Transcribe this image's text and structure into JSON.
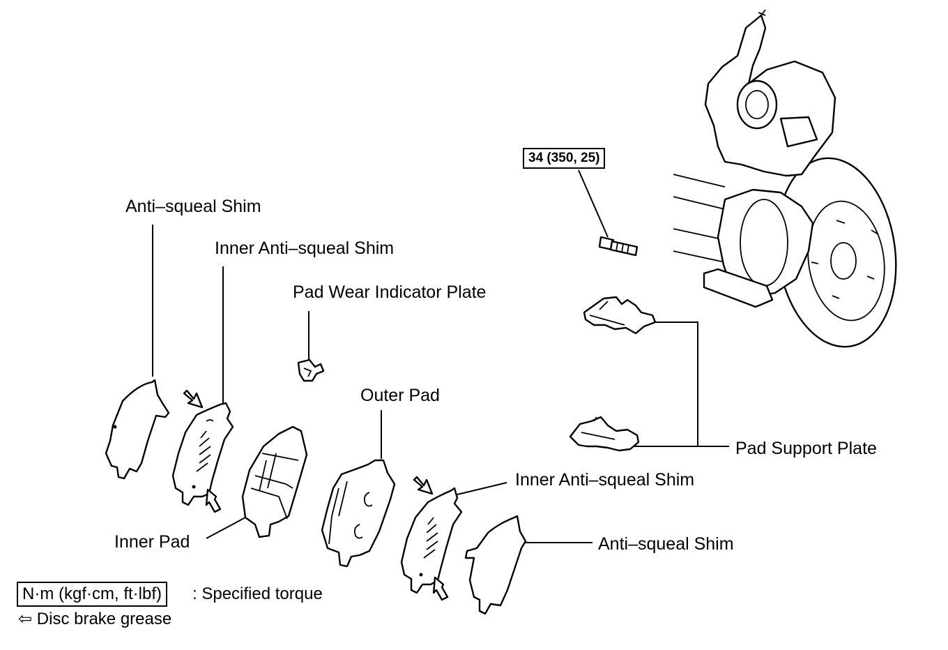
{
  "labels": {
    "anti_squeal_shim_top": "Anti–squeal Shim",
    "inner_anti_squeal_shim_top": "Inner Anti–squeal Shim",
    "pad_wear_indicator_plate": "Pad Wear Indicator Plate",
    "outer_pad": "Outer Pad",
    "inner_anti_squeal_shim_right": "Inner Anti–squeal Shim",
    "pad_support_plate": "Pad Support Plate",
    "anti_squeal_shim_right": "Anti–squeal Shim",
    "inner_pad": "Inner Pad"
  },
  "torque_spec": "34 (350, 25)",
  "legend": {
    "torque_units": "N·m (kgf·cm, ft·lbf)",
    "torque_caption": ": Specified torque",
    "grease_symbol": "⇦",
    "grease_caption": "Disc brake grease"
  }
}
